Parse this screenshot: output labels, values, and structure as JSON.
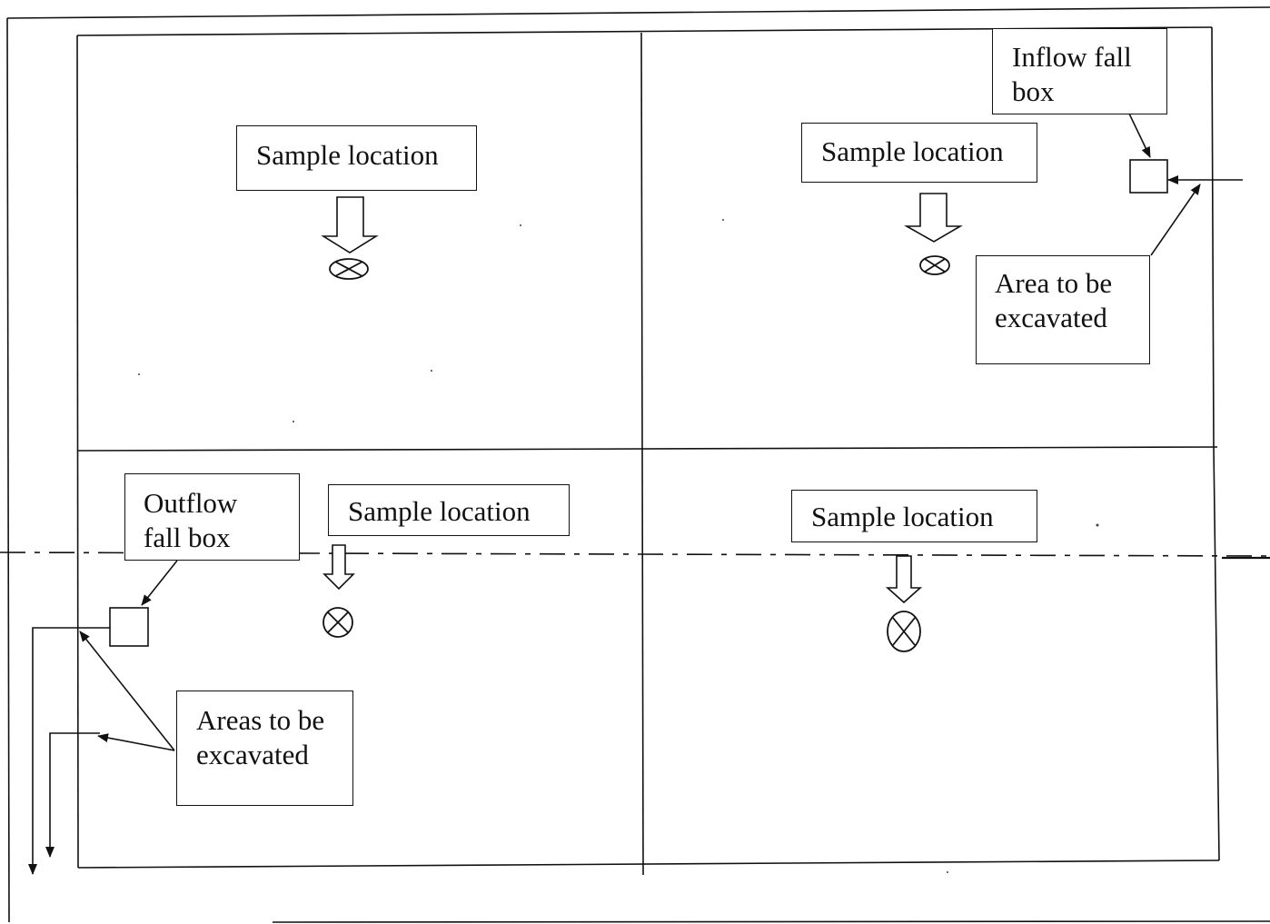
{
  "diagram": {
    "labels": {
      "sample_top_left": "Sample location",
      "sample_top_right": "Sample location",
      "sample_bottom_left": "Sample location",
      "sample_bottom_right": "Sample location",
      "inflow_fall_box_line1": "Inflow fall",
      "inflow_fall_box_line2": "box",
      "outflow_fall_box_line1": "Outflow",
      "outflow_fall_box_line2": "fall box",
      "area_excavated_line1": "Area to be",
      "area_excavated_line2": "excavated",
      "areas_excavated_line1": "Areas to be",
      "areas_excavated_line2": "excavated"
    },
    "colors": {
      "line": "#111111",
      "background": "#ffffff"
    },
    "symbols": {
      "sample_marker": "circled-x-icon",
      "pointer": "hollow-down-arrow-icon"
    }
  }
}
